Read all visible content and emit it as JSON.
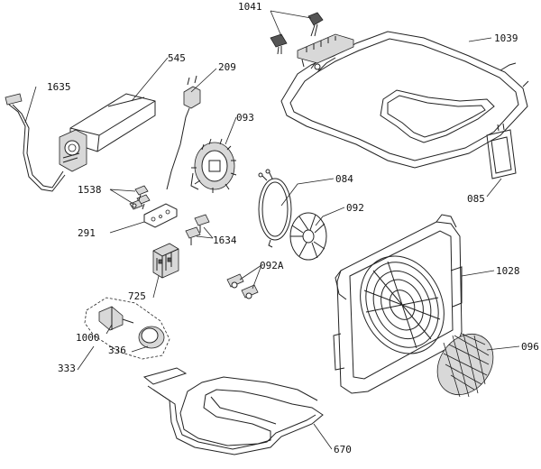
{
  "diagram": {
    "parts": [
      {
        "id": "p1041",
        "label": "1041",
        "icon": "screw-icon"
      },
      {
        "id": "p1039",
        "label": "1039",
        "icon": "top-heating-element-icon"
      },
      {
        "id": "p545",
        "label": "545",
        "icon": "tangential-fan-icon"
      },
      {
        "id": "p209",
        "label": "209",
        "icon": "power-plug-icon"
      },
      {
        "id": "p1635",
        "label": "1635",
        "icon": "cable-harness-icon"
      },
      {
        "id": "p093",
        "label": "093",
        "icon": "fan-motor-icon"
      },
      {
        "id": "p1538",
        "label": "1538",
        "icon": "terminal-clip-icon"
      },
      {
        "id": "p084",
        "label": "084",
        "icon": "circular-element-icon"
      },
      {
        "id": "p085",
        "label": "085",
        "icon": "fan-blade-icon"
      },
      {
        "id": "p291",
        "label": "291",
        "icon": "gasket-plate-icon"
      },
      {
        "id": "p1634",
        "label": "1634",
        "icon": "mounting-bracket-icon"
      },
      {
        "id": "p092",
        "label": "092",
        "icon": "connector-icon"
      },
      {
        "id": "p092A",
        "label": "092A",
        "icon": "thermostat-icon"
      },
      {
        "id": "p725",
        "label": "725",
        "icon": "terminal-block-icon"
      },
      {
        "id": "p1028",
        "label": "1028",
        "icon": "fan-cover-icon"
      },
      {
        "id": "p1000",
        "label": "1000",
        "icon": "lamp-holder-icon"
      },
      {
        "id": "p336",
        "label": "336",
        "icon": "lamp-glass-icon"
      },
      {
        "id": "p333",
        "label": "333",
        "icon": "lamp-assembly-icon"
      },
      {
        "id": "p096",
        "label": "096",
        "icon": "grease-filter-icon"
      },
      {
        "id": "p670",
        "label": "670",
        "icon": "bottom-heating-element-icon"
      }
    ]
  }
}
